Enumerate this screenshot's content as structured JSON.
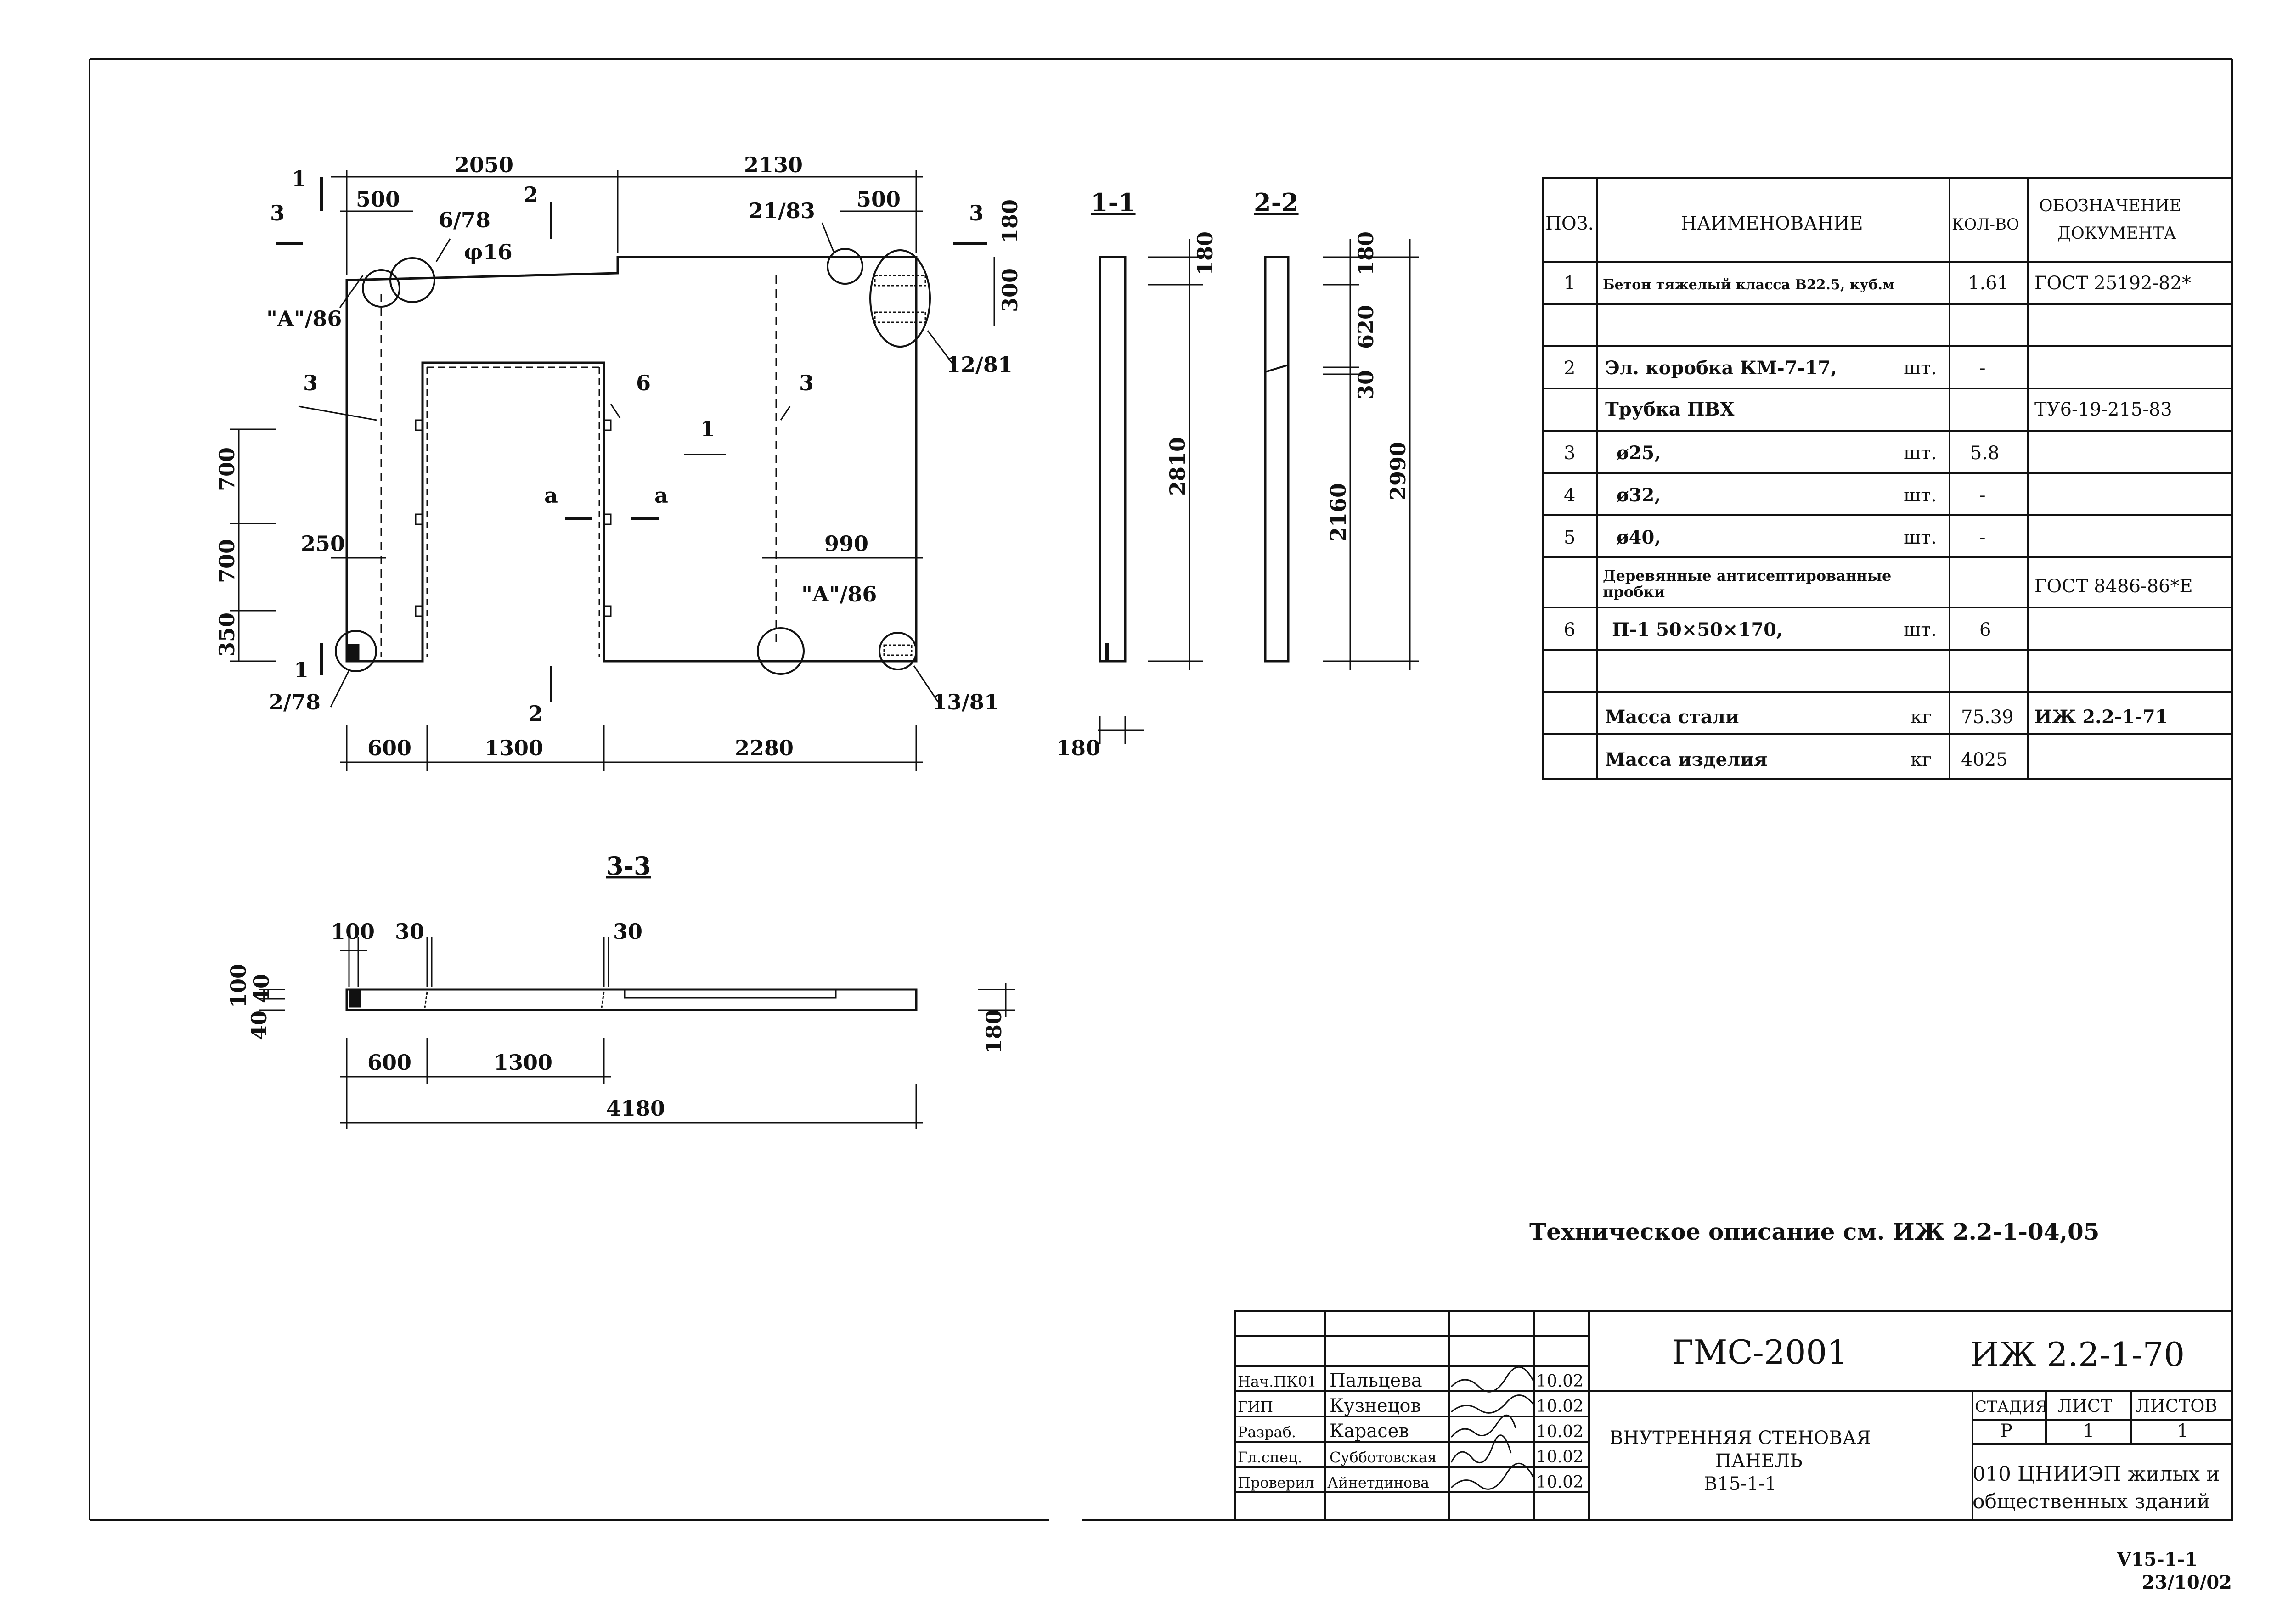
{
  "plan": {
    "dims_top": [
      "2050",
      "2130",
      "500",
      "500",
      "180",
      "300"
    ],
    "dims_left": [
      "700",
      "700",
      "350",
      "250"
    ],
    "dims_right": [
      "990"
    ],
    "dims_bottom": [
      "600",
      "1300",
      "2280"
    ],
    "callouts": [
      "6/78",
      "φ16",
      "21/83",
      "\"A\"/86",
      "12/81",
      "3",
      "6",
      "3",
      "1",
      "\"A\"/86",
      "2/78",
      "13/81"
    ],
    "cut_marks": [
      "1",
      "1",
      "2",
      "2",
      "3",
      "3",
      "а",
      "а"
    ]
  },
  "section_1_1": {
    "title": "1-1",
    "dims": [
      "180",
      "2810",
      "180"
    ]
  },
  "section_2_2": {
    "title": "2-2",
    "dims": [
      "180",
      "620",
      "30",
      "2160",
      "2990"
    ]
  },
  "section_3_3": {
    "title": "3-3",
    "dims": [
      "100",
      "30",
      "30",
      "100",
      "40",
      "40",
      "180",
      "600",
      "1300",
      "4180"
    ]
  },
  "spec_table": {
    "headers": [
      "ПОЗ.",
      "НАИМЕНОВАНИЕ",
      "КОЛ-ВО",
      "ОБОЗНАЧЕНИЕ ДОКУМЕНТА"
    ],
    "rows": [
      {
        "pos": "1",
        "name": "Бетон тяжелый класса В22.5, куб.м",
        "unit": "",
        "qty": "1.61",
        "doc": "ГОСТ 25192-82*"
      },
      {
        "pos": "",
        "name": "",
        "unit": "",
        "qty": "",
        "doc": ""
      },
      {
        "pos": "2",
        "name": "Эл. коробка КМ-7-17,",
        "unit": "шт.",
        "qty": "-",
        "doc": ""
      },
      {
        "pos": "",
        "name": "Трубка ПВХ",
        "unit": "",
        "qty": "",
        "doc": "ТУ6-19-215-83"
      },
      {
        "pos": "3",
        "name": "ø25,",
        "unit": "шт.",
        "qty": "5.8",
        "doc": ""
      },
      {
        "pos": "4",
        "name": "ø32,",
        "unit": "шт.",
        "qty": "-",
        "doc": ""
      },
      {
        "pos": "5",
        "name": "ø40,",
        "unit": "шт.",
        "qty": "-",
        "doc": ""
      },
      {
        "pos": "",
        "name": "Деревянные антисептированные пробки",
        "unit": "",
        "qty": "",
        "doc": "ГОСТ 8486-86*Е"
      },
      {
        "pos": "6",
        "name": "П-1   50×50×170,",
        "unit": "шт.",
        "qty": "6",
        "doc": ""
      },
      {
        "pos": "",
        "name": "",
        "unit": "",
        "qty": "",
        "doc": ""
      },
      {
        "pos": "",
        "name": "Масса стали",
        "unit": "кг",
        "qty": "75.39",
        "doc": "ИЖ 2.2-1-71"
      },
      {
        "pos": "",
        "name": "Масса изделия",
        "unit": "кг",
        "qty": "4025",
        "doc": ""
      }
    ]
  },
  "note": "Техническое описание  см. ИЖ 2.2-1-04,05",
  "title_block": {
    "series": "ГМС-2001",
    "code": "ИЖ 2.2-1-70",
    "description": [
      "ВНУТРЕННЯЯ СТЕНОВАЯ",
      "ПАНЕЛЬ",
      "В15-1-1"
    ],
    "people": [
      {
        "role": "Нач.ПК01",
        "name": "Пальцева",
        "date": "10.02"
      },
      {
        "role": "ГИП",
        "name": "Кузнецов",
        "date": "10.02"
      },
      {
        "role": "Разраб.",
        "name": "Карасев",
        "date": "10.02"
      },
      {
        "role": "Гл.спец.",
        "name": "Субботовская",
        "date": "10.02"
      },
      {
        "role": "Проверил",
        "name": "Айнетдинова",
        "date": "10.02"
      }
    ],
    "stage_headers": [
      "СТАДИЯ",
      "ЛИСТ",
      "ЛИСТОВ"
    ],
    "stage_values": [
      "Р",
      "1",
      "1"
    ],
    "org": [
      "010 ЦНИИЭП жилых и",
      "общественных зданий"
    ]
  },
  "footer_code": [
    "V15-1-1",
    "23/10/02"
  ]
}
